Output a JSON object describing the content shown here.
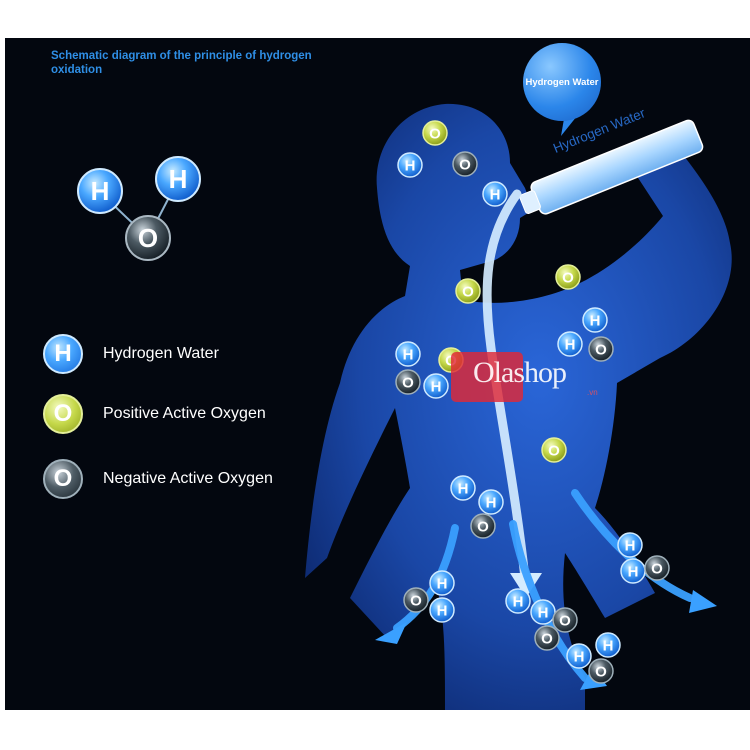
{
  "title": "Schematic diagram of the principle of hydrogen oxidation",
  "bubble_text": "Hydrogen Water",
  "bottle_label": "Hydrogen Water",
  "legend": [
    {
      "symbol": "H",
      "label": "Hydrogen Water"
    },
    {
      "symbol": "O",
      "label": "Positive Active Oxygen"
    },
    {
      "symbol": "O",
      "label": "Negative Active Oxygen"
    }
  ],
  "molecule": {
    "h1": "H",
    "h2": "H",
    "o": "O"
  },
  "watermark": {
    "text": "Olashop",
    "suffix": ".vn"
  },
  "colors": {
    "background": "#03070f",
    "silhouette": "#1c4fb8",
    "title": "#2f8fe6",
    "hydrogen": "#1a72e0",
    "positive_oxygen": "#bfd040",
    "negative_oxygen": "#2a3640",
    "stream": "#d4ecff",
    "arrows": "#3aa0ff"
  }
}
